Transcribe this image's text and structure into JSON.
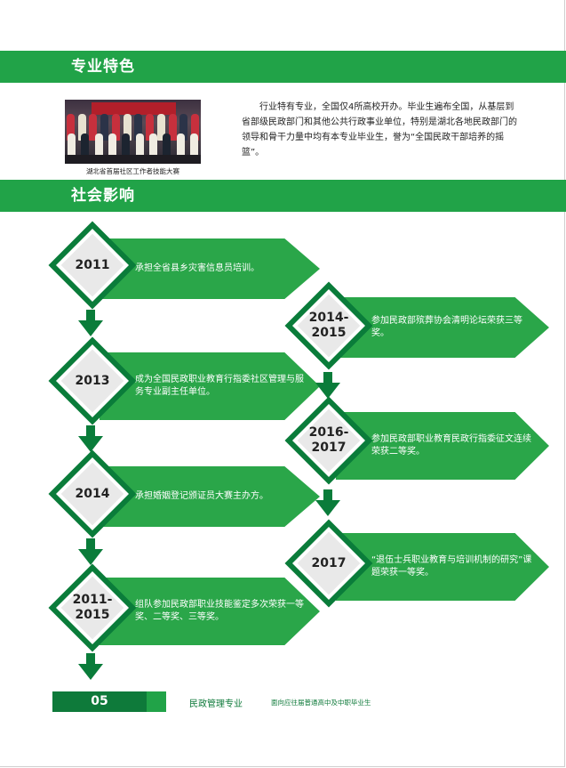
{
  "sections": {
    "feature_title": "专业特色",
    "impact_title": "社会影响"
  },
  "photo": {
    "caption": "湖北省首届社区工作者技能大赛"
  },
  "intro": "行业特有专业，全国仅4所高校开办。毕业生遍布全国，从基层到省部级民政部门和其他公共行政事业单位，特别是湖北各地民政部门的领导和骨干力量中均有本专业毕业生，誉为“全国民政干部培养的摇篮”。",
  "timeline_left": [
    {
      "year": "2011",
      "text": "承担全省县乡灾害信息员培训。"
    },
    {
      "year": "2013",
      "text": "成为全国民政职业教育行指委社区管理与服务专业副主任单位。"
    },
    {
      "year": "2014",
      "text": "承担婚姻登记颁证员大赛主办方。"
    },
    {
      "year": "2011-\n2015",
      "text": "组队参加民政部职业技能鉴定多次荣获一等奖、二等奖、三等奖。"
    }
  ],
  "timeline_right": [
    {
      "year": "2014-\n2015",
      "text": "参加民政部殡葬协会清明论坛荣获三等奖。"
    },
    {
      "year": "2016-\n2017",
      "text": "参加民政部职业教育民政行指委征文连续荣获二等奖。"
    },
    {
      "year": "2017",
      "text": "“退伍士兵职业教育与培训机制的研究”课题荣获一等奖。"
    }
  ],
  "footer": {
    "page_number": "05",
    "major": "民政管理专业",
    "target": "面向应往届普通高中及中职毕业生"
  },
  "colors": {
    "band_green": "#21a348",
    "dark_green": "#0a7c3a",
    "tab_green": "#2aa649"
  }
}
